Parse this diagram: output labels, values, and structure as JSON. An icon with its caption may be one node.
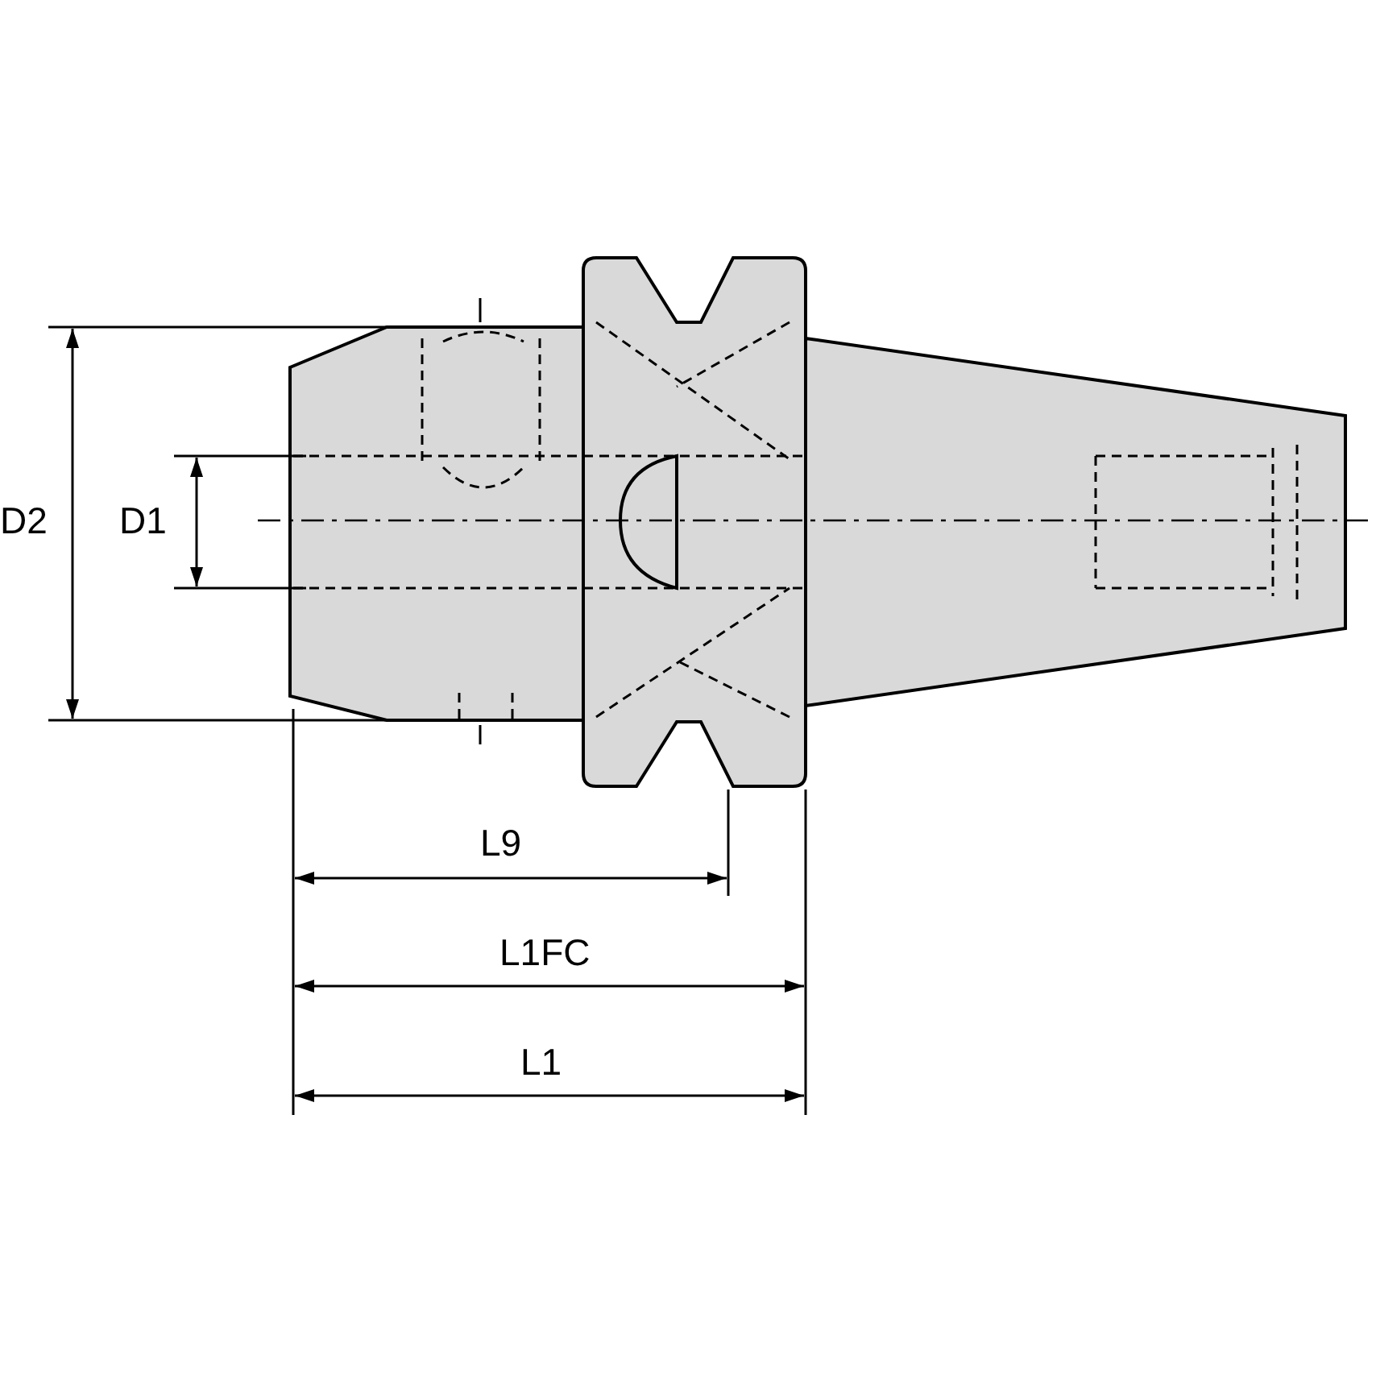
{
  "diagram": {
    "labels": [
      "D2",
      "D1",
      "L9",
      "L1FC",
      "L1"
    ]
  }
}
